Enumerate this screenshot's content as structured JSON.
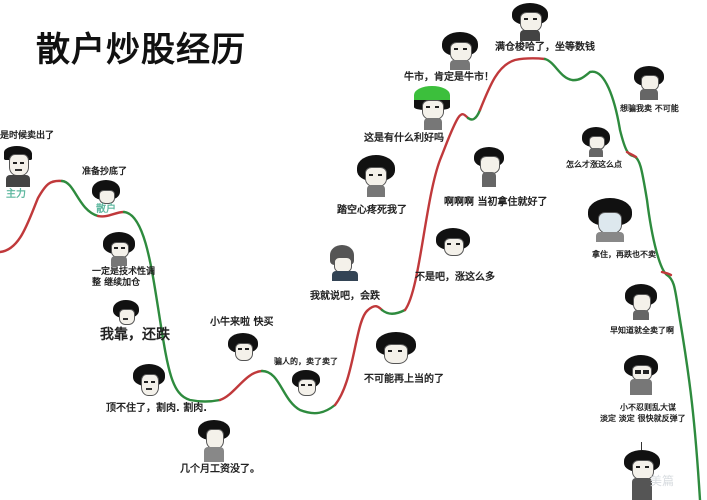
{
  "title": "散户炒股经历",
  "colors": {
    "rise": "#c0393b",
    "fall": "#2e8b3e",
    "tag": "#5fb8a0",
    "helmet": "#3cbf3c"
  },
  "captions": [
    {
      "id": "main-force-sell",
      "text": "是时候卖出了"
    },
    {
      "id": "main-force-tag",
      "text": "主力"
    },
    {
      "id": "ready-bottom",
      "text": "准备抄底了"
    },
    {
      "id": "retail-tag",
      "text": "散户"
    },
    {
      "id": "technical-adjust-1",
      "text": "一定是技术性调"
    },
    {
      "id": "technical-adjust-2",
      "text": "整 继续加仓"
    },
    {
      "id": "still-falling",
      "text": "我靠，还跌"
    },
    {
      "id": "cut-loss",
      "text": "顶不住了，割肉. 割肉."
    },
    {
      "id": "salary-gone",
      "text": "几个月工资没了。"
    },
    {
      "id": "small-bull",
      "text": "小牛来啦 快买"
    },
    {
      "id": "cheated-sell",
      "text": "骗人的，卖了卖了"
    },
    {
      "id": "told-you",
      "text": "我就说吧，会跌"
    },
    {
      "id": "short-regret",
      "text": "踏空心疼死我了"
    },
    {
      "id": "not-fooled-again",
      "text": "不可能再上当的了"
    },
    {
      "id": "good-news",
      "text": "这是有什么利好吗"
    },
    {
      "id": "bull-market",
      "text": "牛市，肯定是牛市！"
    },
    {
      "id": "full-position",
      "text": "满仓梭哈了，坐等数钱"
    },
    {
      "id": "should-have-held",
      "text": "啊啊啊 当初拿住就好了"
    },
    {
      "id": "rose-so-much",
      "text": "不是吧，涨这么多"
    },
    {
      "id": "no-sell",
      "text": "想骗我卖 不可能"
    },
    {
      "id": "rose-so-little",
      "text": "怎么才涨这么点"
    },
    {
      "id": "hold-on",
      "text": "拿住，再跌也不卖"
    },
    {
      "id": "should-sold-all",
      "text": "早知道就全卖了啊"
    },
    {
      "id": "stay-calm-1",
      "text": "小不忍则乱大谋"
    },
    {
      "id": "stay-calm-2",
      "text": "淡定 淡定 很快就反弹了"
    }
  ],
  "watermark": "美篇"
}
